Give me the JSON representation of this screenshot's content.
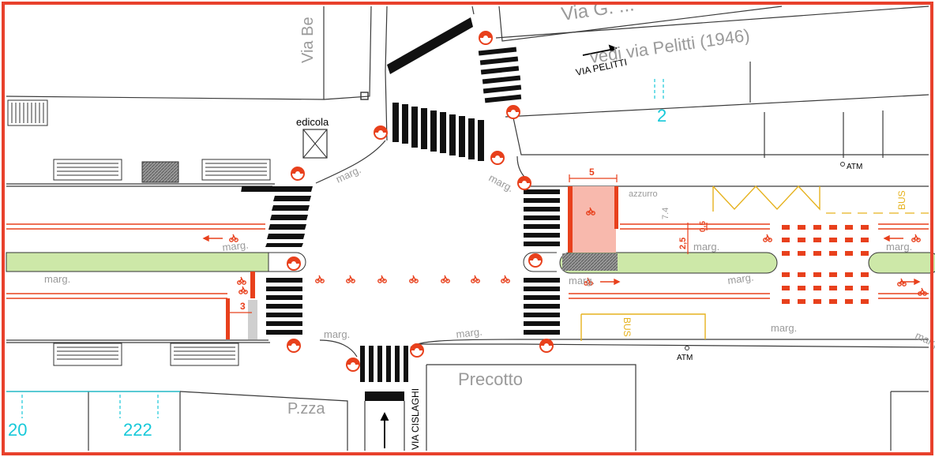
{
  "plan": {
    "border_color": "#e8412c",
    "accent_red": "#e8401c",
    "median_green": "#cde8a8",
    "cycle_box_fill": "#f8b9ad",
    "bus_yellow": "#e6b21e",
    "cyan": "#17c9d9"
  },
  "labels": {
    "street_top": "Via G. ...",
    "see_via_pelitti": "vedi via Pelitti (1946)",
    "via_be": "Via Be",
    "via_pelitti": "VIA PELITTI",
    "edicola": "edicola",
    "atm_right": "ATM",
    "atm_bottom": "ATM",
    "azzurro": "azzurro",
    "bus_right": "BUS",
    "bus_bottom": "BUS",
    "precotto": "Precotto",
    "pzza": "P.zza",
    "via_cislaghi": "VIA CISLAGHI",
    "stop_2": "2",
    "stop_20": "20",
    "stop_222": "222"
  },
  "marg": {
    "top_left": "marg.",
    "top_mid": "marg.",
    "left_median_top": "marg.",
    "left_median_bottom": "marg.",
    "bottom_left": "marg.",
    "bottom_mid": "marg.",
    "right_median_top": "marg.",
    "right_median_bottom": "marg.",
    "right_bottom": "marg.",
    "right_far_top": "marg.",
    "right_far_bottom": "marg.",
    "right_edge": "marg."
  },
  "dimensions": {
    "d5": "5",
    "d3": "3",
    "d74": "7.4",
    "d25": "2,5",
    "d05": "0,5"
  },
  "icons": [
    "bicycle-icon",
    "pedestrian-signal-icon",
    "arrow-icon",
    "kiosk-icon",
    "bus-stop-icon"
  ]
}
